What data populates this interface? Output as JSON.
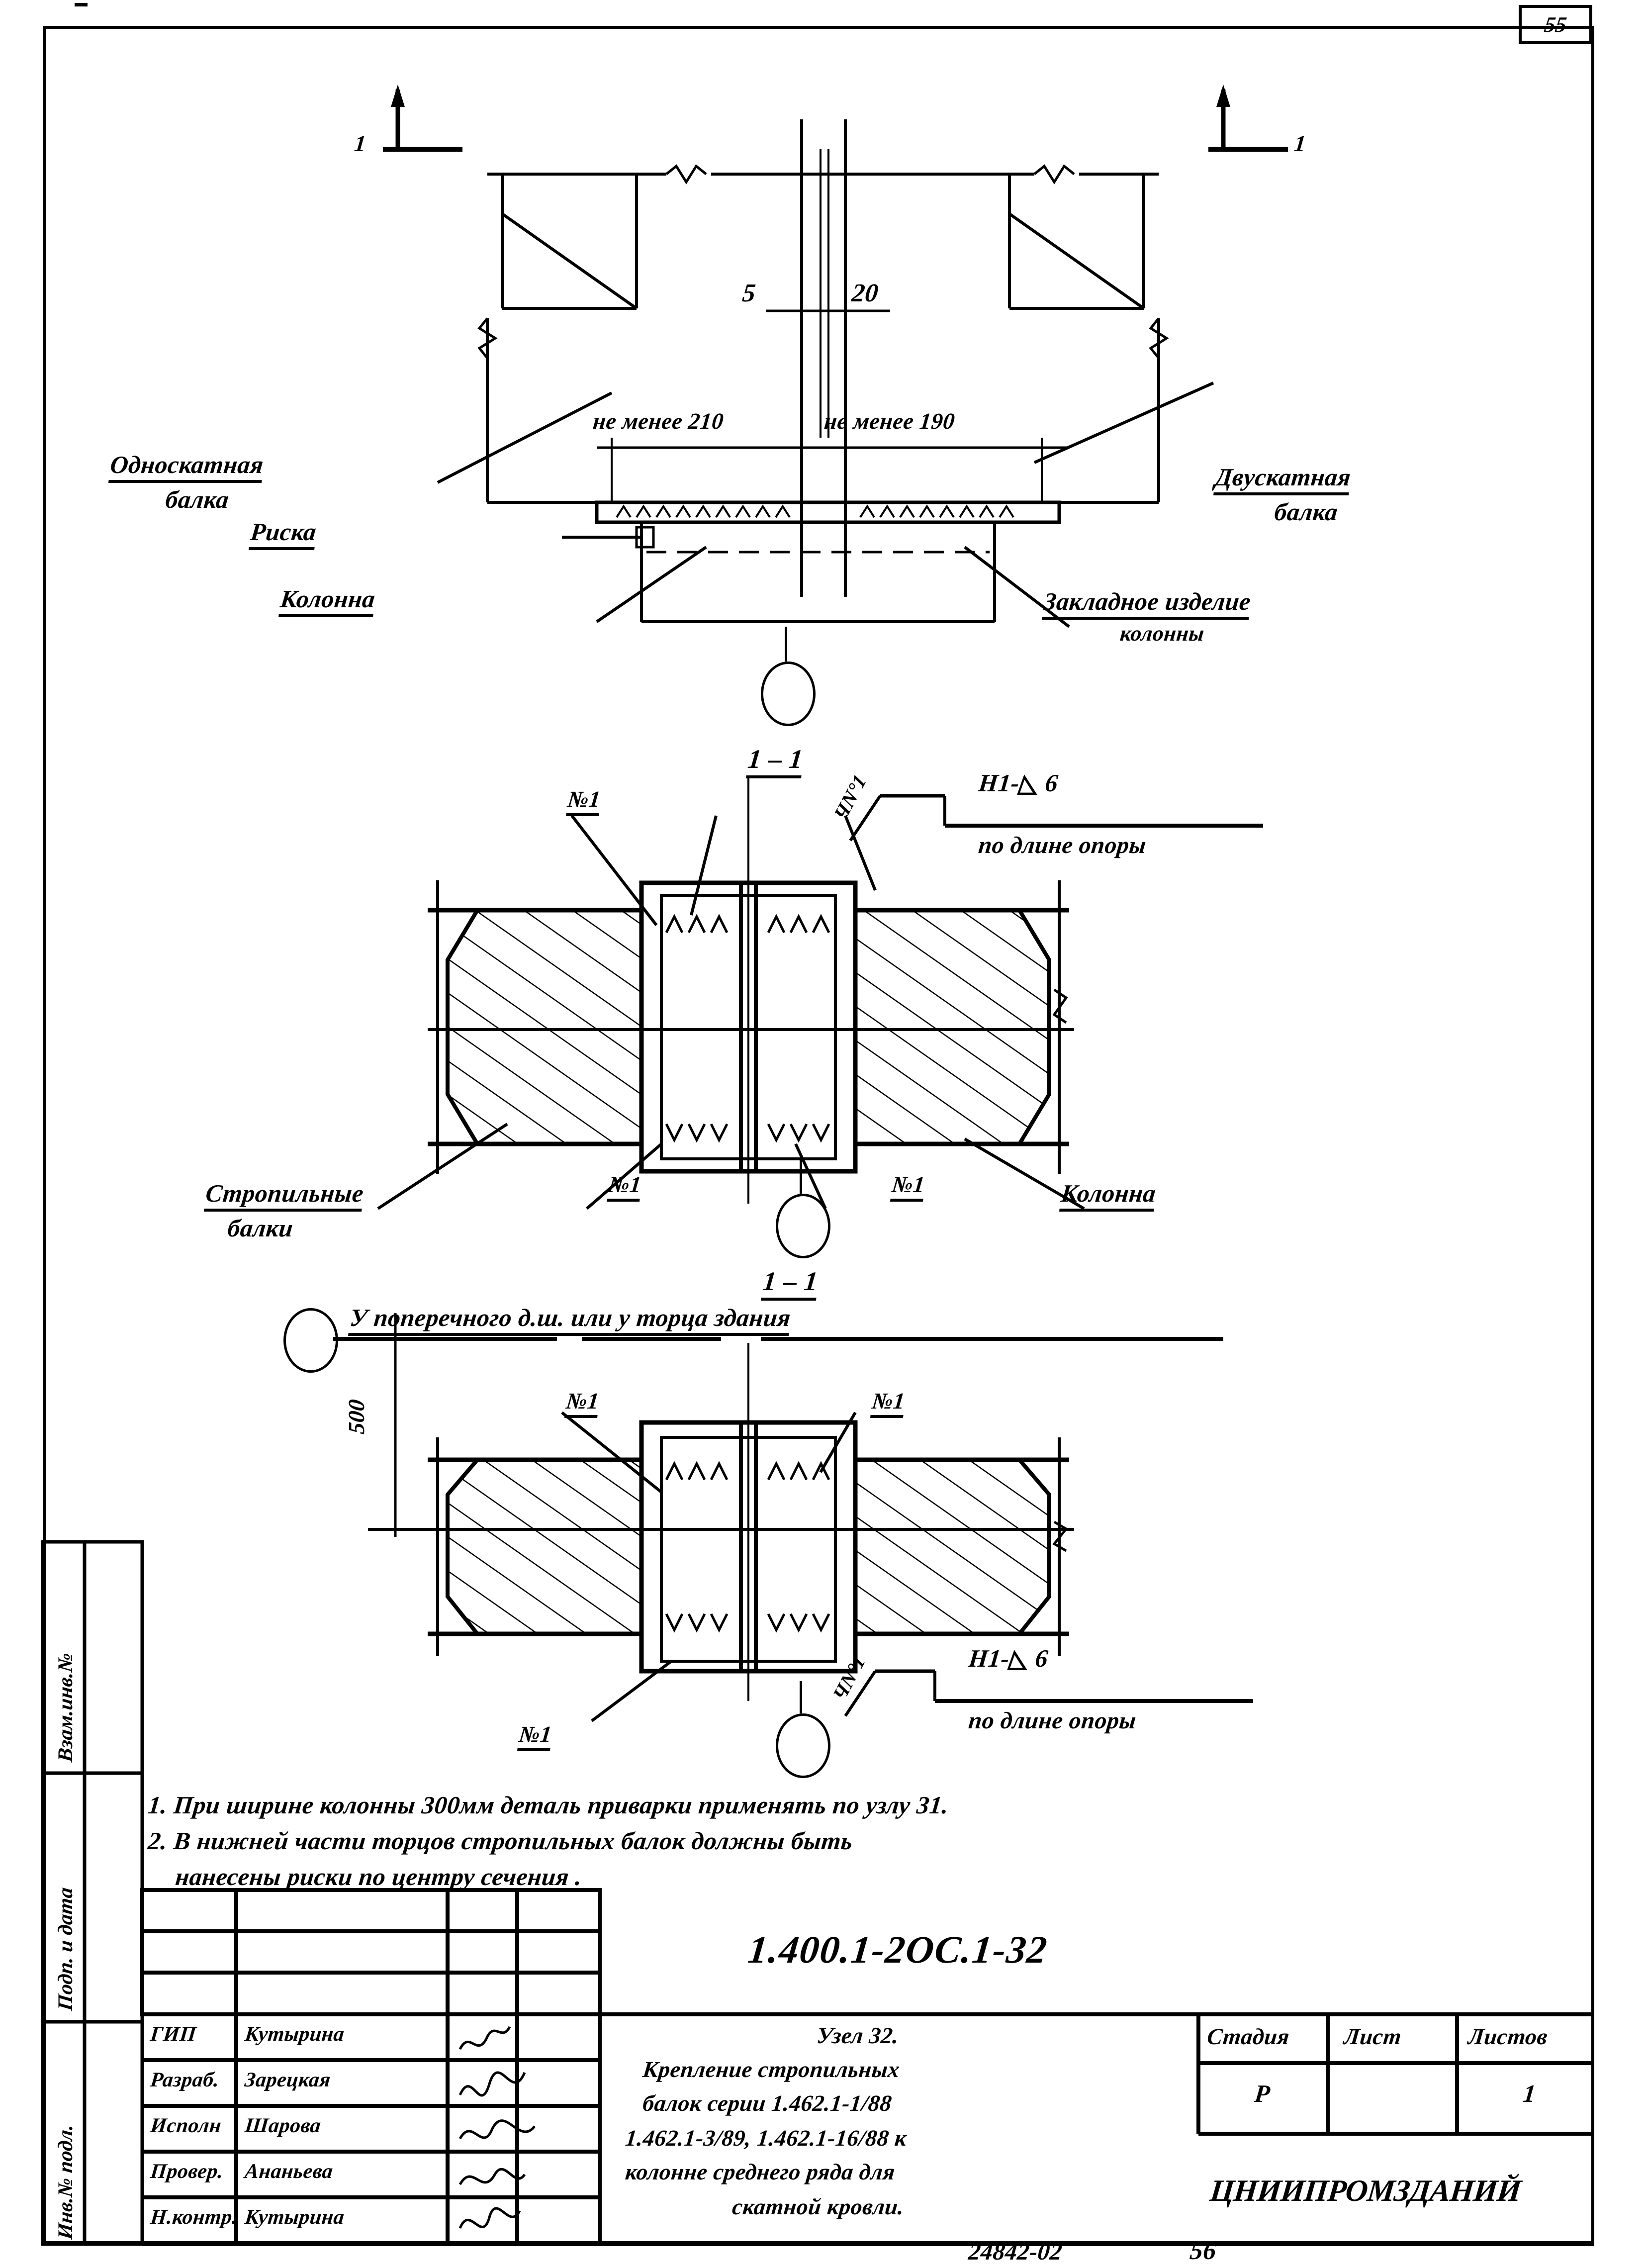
{
  "sheet": {
    "page_number": "55",
    "bottom_code": "24842-02",
    "bottom_page": "56"
  },
  "top_view": {
    "section_mark_left": "1",
    "section_mark_right": "1",
    "dim_gap_left": "5",
    "dim_gap_right": "20",
    "dim_bearing_left": "не менее 210",
    "dim_bearing_right": "не менее 190",
    "label_left_beam_line1": "Односкатная",
    "label_left_beam_line2": "балка",
    "label_mark": "Риска",
    "label_column": "Колонна",
    "label_right_beam_line1": "Двускатная",
    "label_right_beam_line2": "балка",
    "label_embed_line1": "Закладное изделие",
    "label_embed_line2": "колонны"
  },
  "section_1_1_top": {
    "title": "1 – 1",
    "tag_top_left": "№1",
    "tag_weld_leader": "ЧN°1",
    "weld_spec": "Н1-◺ 6",
    "weld_note": "по длине опоры",
    "tag_bottom_left": "№1",
    "tag_bottom_right": "№1",
    "label_beams_line1": "Стропильные",
    "label_beams_line2": "балки",
    "label_column": "Колонна"
  },
  "section_1_1_bottom": {
    "title": "1 – 1",
    "header_note": "У поперечного д.ш. или у торца здания",
    "dim_500": "500",
    "tag_top_left": "№1",
    "tag_top_right": "№1",
    "tag_bottom_left": "№1",
    "tag_weld_leader": "ЧN°1",
    "weld_spec": "Н1-◺ 6",
    "weld_note": "по длине опоры"
  },
  "notes": [
    "1. При ширине колонны 300мм деталь приварки применять по узлу 31.",
    "2. В нижней  части торцов стропильных балок должны быть",
    "нанесены риски по  центру  сечения ."
  ],
  "side_bar": {
    "items": [
      "Взам.инв.№",
      "Подп. и дата",
      "Инв.№ подл."
    ]
  },
  "title_block": {
    "drawing_code": "1.400.1-2ОС.1-32",
    "roles": [
      {
        "role": "ГИП",
        "name": "Кутырина"
      },
      {
        "role": "Разраб.",
        "name": "Зарецкая"
      },
      {
        "role": "Исполн",
        "name": "Шарова"
      },
      {
        "role": "Провер.",
        "name": "Ананьева"
      },
      {
        "role": "Н.контр.",
        "name": "Кутырина"
      }
    ],
    "title_lines": [
      "Узел 32.",
      "Крепление  стропильных",
      "балок серии 1.462.1-1/88",
      "1.462.1-3/89, 1.462.1-16/88 к",
      "колонне среднего ряда  для",
      "скатной  кровли."
    ],
    "stage_header": "Стадия",
    "sheet_header": "Лист",
    "sheets_header": "Листов",
    "stage_value": "Р",
    "sheet_value": "",
    "sheets_value": "1",
    "organization": "ЦНИИПРОМЗДАНИЙ"
  }
}
